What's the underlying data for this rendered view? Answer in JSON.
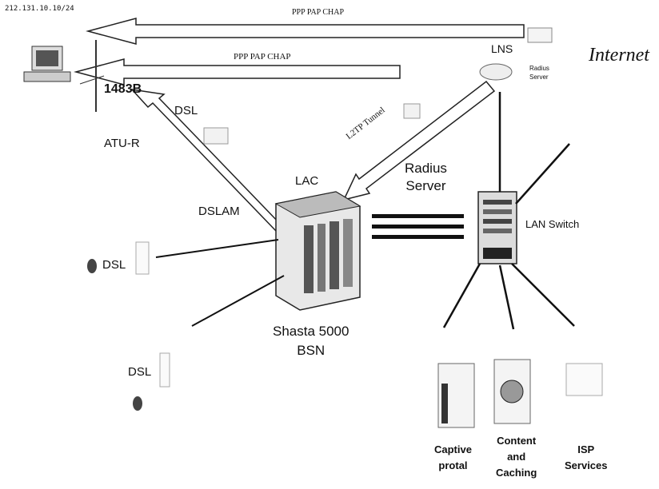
{
  "labels": {
    "ip_address": "212.131.10.10/24",
    "arrow_top": "PPP PAP CHAP",
    "arrow_second": "PPP PAP CHAP",
    "lns": "LNS",
    "radius_server_small": "Radius\nServer",
    "internet": "Internet",
    "atm_1483b": "1483B",
    "dsl_top": "DSL",
    "atu_r": "ATU-R",
    "l2tp_tunnel": "L2TP Tunnel",
    "radius_server": "Radius\nServer",
    "lac": "LAC",
    "dslam": "DSLAM",
    "lan_switch": "LAN Switch",
    "dsl_mid": "DSL",
    "shasta": "Shasta 5000\nBSN",
    "dsl_bottom": "DSL",
    "captive_portal": "Captive\nprotal",
    "content_caching": "Content\nand\nCaching",
    "isp_services": "ISP\nServices"
  }
}
